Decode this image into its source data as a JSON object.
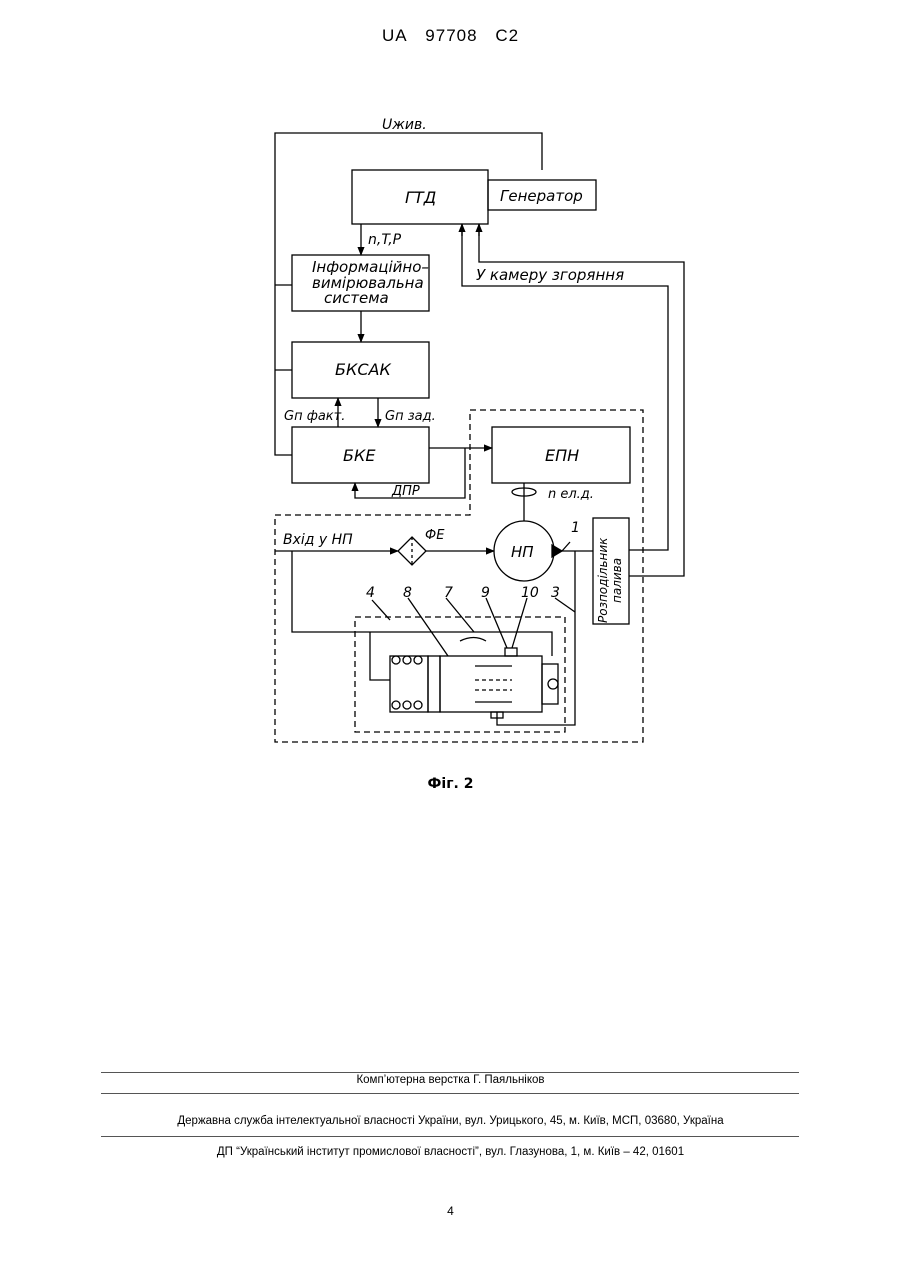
{
  "header": {
    "country": "UA",
    "number": "97708",
    "kind": "C2"
  },
  "diagram": {
    "supply_voltage": "Uжив.",
    "gtd": "ГТД",
    "generator": "Генератор",
    "params": "n,T,P",
    "to_chamber": "У камеру згоряння",
    "ivs_line1": "Інформаційно–",
    "ivs_line2": "вимірювальна",
    "ivs_line3": "система",
    "bksak": "БКСАК",
    "gp_fact": "Gп факт.",
    "gp_zad": "Gп зад.",
    "bke": "БКЕ",
    "epn": "ЕПН",
    "dpr": "ДПР",
    "n_el": "n ел.д.",
    "inlet": "Вхід у НП",
    "fe": "ФЕ",
    "np": "НП",
    "distributor_line1": "Розподільник",
    "distributor_line2": "палива",
    "labels": [
      "1",
      "3",
      "4",
      "8",
      "7",
      "9",
      "10"
    ]
  },
  "caption": "Фіг. 2",
  "footer": {
    "layout": "Комп’ютерна верстка Г. Паяльніков",
    "agency": "Державна служба інтелектуальної власності України, вул. Урицького, 45, м. Київ, МСП, 03680, Україна",
    "institute": "ДП “Український інститут промислової власності”, вул. Глазунова, 1, м. Київ – 42, 01601"
  },
  "page_number": "4"
}
